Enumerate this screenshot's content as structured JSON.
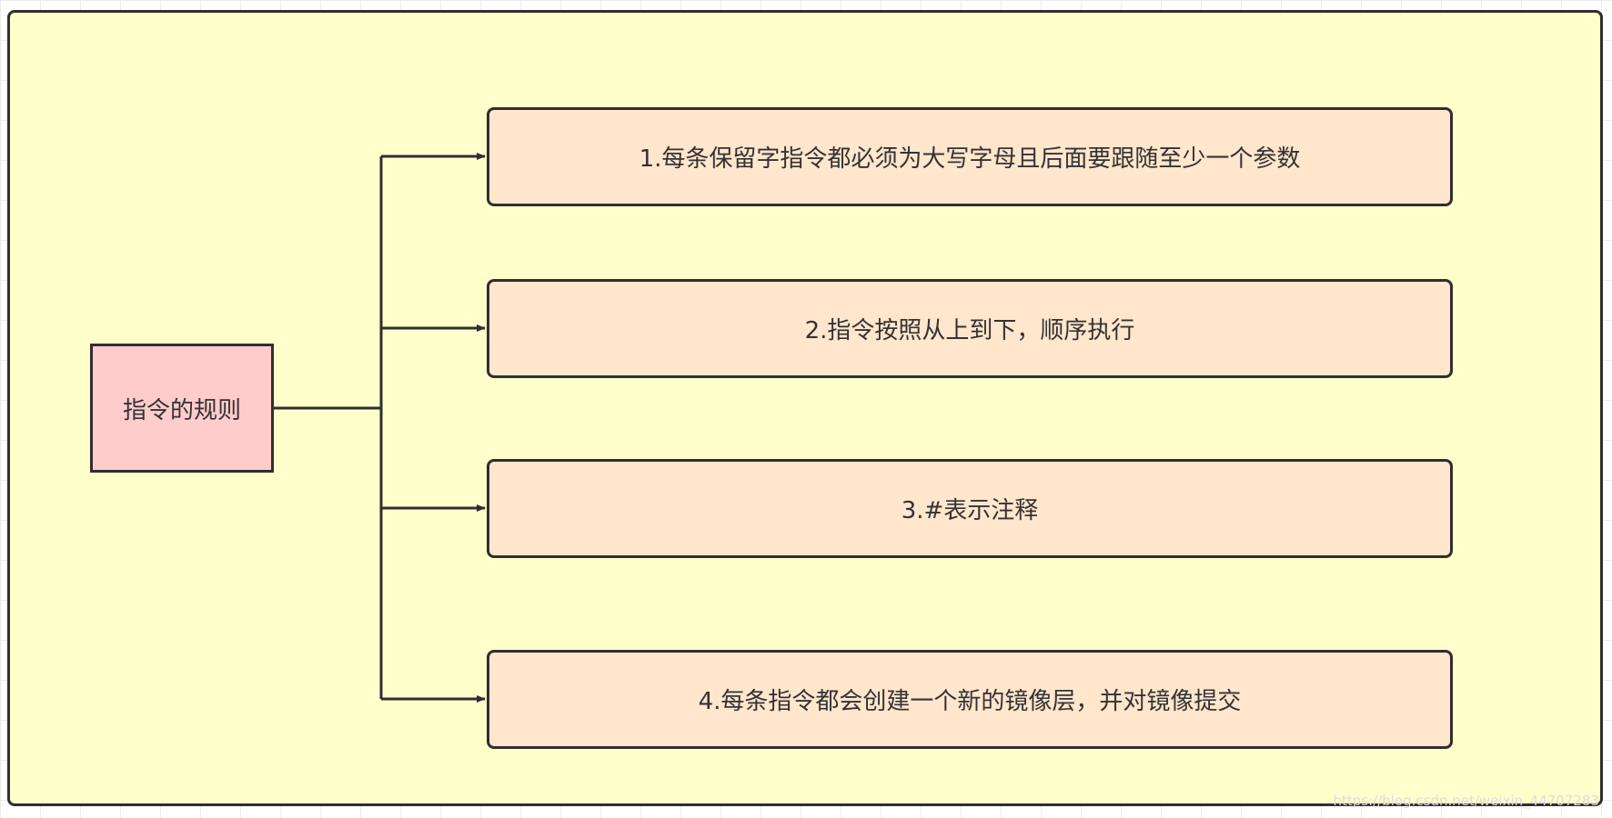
{
  "diagram": {
    "root": {
      "label": "指令的规则"
    },
    "rules": [
      {
        "label": "1.每条保留字指令都必须为大写字母且后面要跟随至少一个参数"
      },
      {
        "label": "2.指令按照从上到下，顺序执行"
      },
      {
        "label": "3.#表示注释"
      },
      {
        "label": "4.每条指令都会创建一个新的镜像层，并对镜像提交"
      }
    ],
    "watermark": "https://blog.csdn.net/weixin_44707283"
  },
  "colors": {
    "frame_fill": "#ffffcc",
    "root_fill": "#ffcccc",
    "rule_fill": "#ffe6cc",
    "stroke": "#2f2f2f",
    "text": "#333333"
  },
  "icons": {
    "arrowhead": "arrowhead-icon"
  }
}
